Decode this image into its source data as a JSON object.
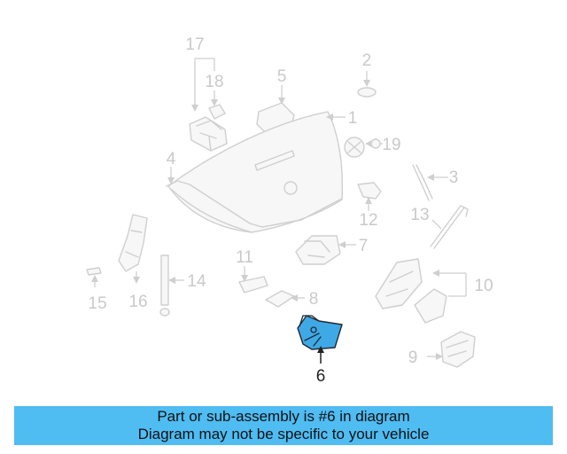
{
  "diagram": {
    "callouts": [
      "17",
      "18",
      "5",
      "2",
      "1",
      "19",
      "4",
      "3",
      "12",
      "13",
      "7",
      "11",
      "14",
      "15",
      "16",
      "8",
      "10",
      "9",
      "6"
    ],
    "highlighted_callout": "6",
    "colors": {
      "highlight_fill": "#3fa9e6",
      "part_outline": "#cfcfcf",
      "banner_background": "#4fbcf2"
    }
  },
  "banner": {
    "line1": "Part or sub-assembly is #6 in diagram",
    "line2": "Diagram may not be specific to your vehicle"
  }
}
